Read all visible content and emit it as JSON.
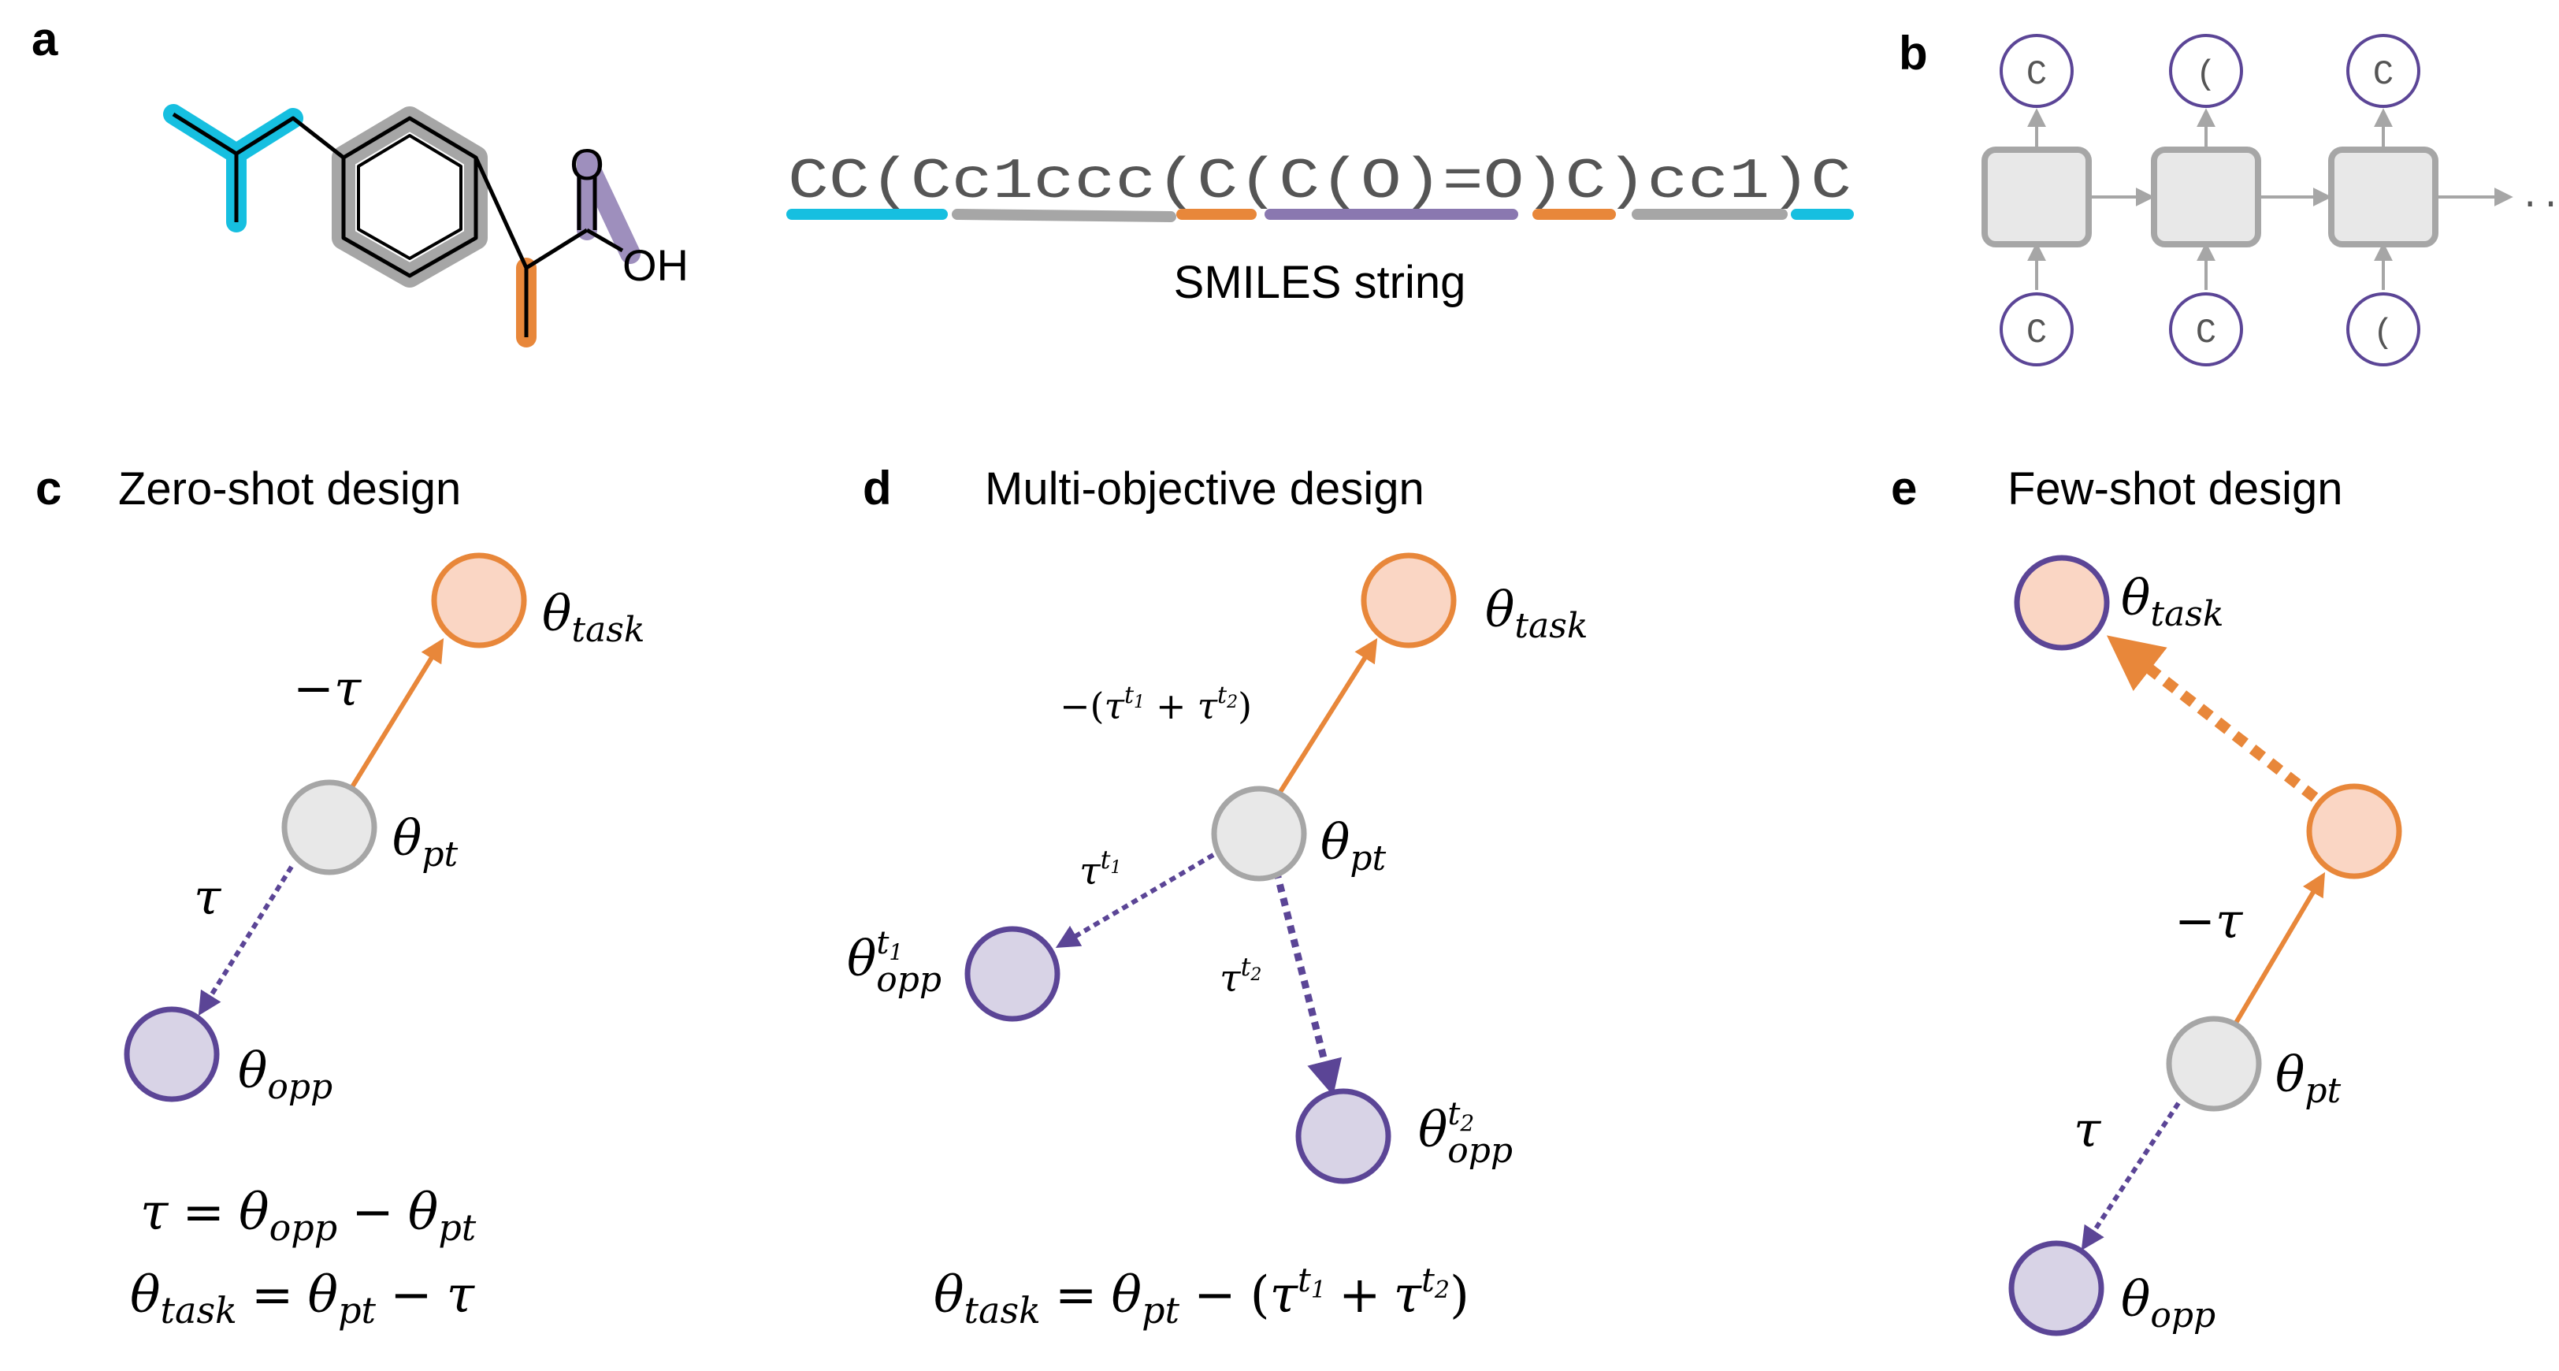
{
  "colors": {
    "orange": "#e8873a",
    "orange_fill": "#fad6c4",
    "purple": "#5b4596",
    "purple_fill": "#d8d3e6",
    "purple_light": "#9e8fbd",
    "gray": "#a6a6a6",
    "gray_fill": "#e8e8e8",
    "cyan": "#16bfe0"
  },
  "panels": {
    "a": {
      "letter": "a",
      "atom_o": "O",
      "atom_oh": "OH",
      "smiles": "CC(Cc1ccc(C(C(O)=O)C)cc1)C",
      "smiles_label": "SMILES string"
    },
    "b": {
      "letter": "b",
      "outputs": [
        "C",
        "(",
        "C"
      ],
      "inputs": [
        "C",
        "C",
        "("
      ],
      "ellipsis": "..."
    },
    "c": {
      "letter": "c",
      "title": "Zero-shot design",
      "theta": "θ",
      "sub_task": "task",
      "sub_pt": "pt",
      "sub_opp": "opp",
      "tau": "τ",
      "neg_tau": "−τ",
      "eq1_lhs": "τ",
      "eq_eq": "=",
      "eq_minus": "−",
      "eq2_tail": "τ"
    },
    "d": {
      "letter": "d",
      "title": "Multi-objective design",
      "theta": "θ",
      "sub_task": "task",
      "sub_pt": "pt",
      "sub_opp": "opp",
      "tau": "τ",
      "sup_t": "t",
      "sub_1": "1",
      "sub_2": "2",
      "neg_open": "−(",
      "plus": "+",
      "close": ")",
      "eq_eq": "=",
      "eq_minus": "−",
      "eq_open": "(",
      "eq_plus": "+",
      "eq_close": ")"
    },
    "e": {
      "letter": "e",
      "title": "Few-shot design",
      "theta": "θ",
      "sub_task": "task",
      "sub_pt": "pt",
      "sub_opp": "opp",
      "tau": "τ",
      "neg_tau": "−τ"
    }
  }
}
